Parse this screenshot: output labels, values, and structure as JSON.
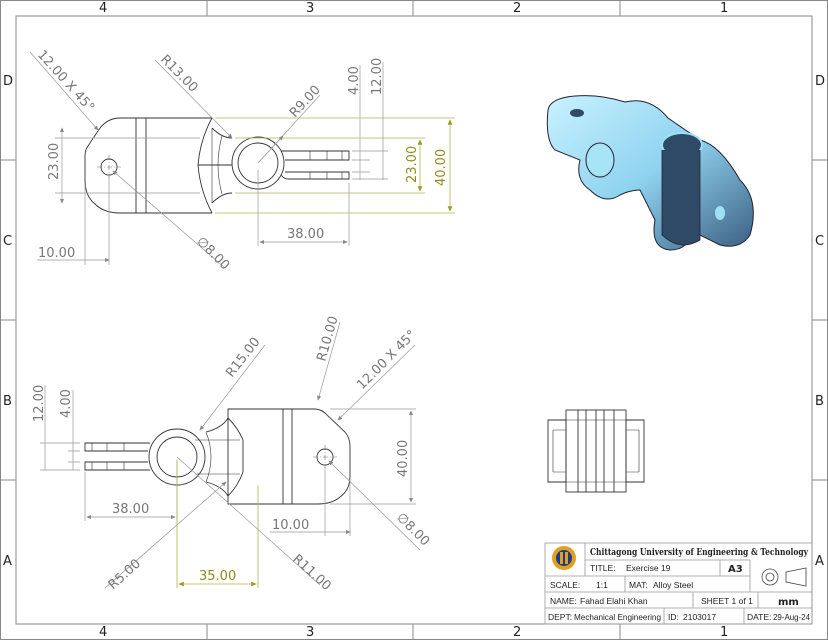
{
  "zones": {
    "columns": [
      "4",
      "3",
      "2",
      "1"
    ],
    "rows": [
      "D",
      "C",
      "B",
      "A"
    ]
  },
  "top_view": {
    "chamfer": "12.00 X 45°",
    "r_outer": "R13.00",
    "r_inner": "R9.00",
    "gap": "4.00",
    "slot_width": "12.00",
    "hole_spacing": "23.00",
    "width": "40.00",
    "inner_width": "23.00",
    "hole_edge": "10.00",
    "arm_length": "38.00",
    "hole_dia": "∅8.00"
  },
  "bottom_view": {
    "r_ring": "R15.00",
    "r_corner": "R10.00",
    "chamfer": "12.00 X 45°",
    "slot_width": "12.00",
    "gap": "4.00",
    "width": "40.00",
    "arm_length": "38.00",
    "hole_edge": "10.00",
    "hole_dia": "∅8.00",
    "r_fillet": "R5.00",
    "r_bore": "R11.00",
    "offset": "35.00"
  },
  "title_block": {
    "institution": "Chittagong University of Engineering & Technology",
    "title_label": "TITLE:",
    "title": "Exercise 19",
    "size": "A3",
    "scale_label": "SCALE:",
    "scale": "1:1",
    "mat_label": "MAT:",
    "material": "Alloy Steel",
    "name_label": "NAME:",
    "name": "Fahad Elahi Khan",
    "sheet": "SHEET 1 of 1",
    "units": "mm",
    "dept_label": "DEPT:",
    "dept": "Mechanical Engineering",
    "id_label": "ID:",
    "id": "2103017",
    "date_label": "DATE:",
    "date": "29-Aug-24"
  },
  "colors": {
    "dimension_highlight": "#8c8c1e",
    "model_light": "#9fe0f5",
    "model_dark": "#2e4a66"
  }
}
